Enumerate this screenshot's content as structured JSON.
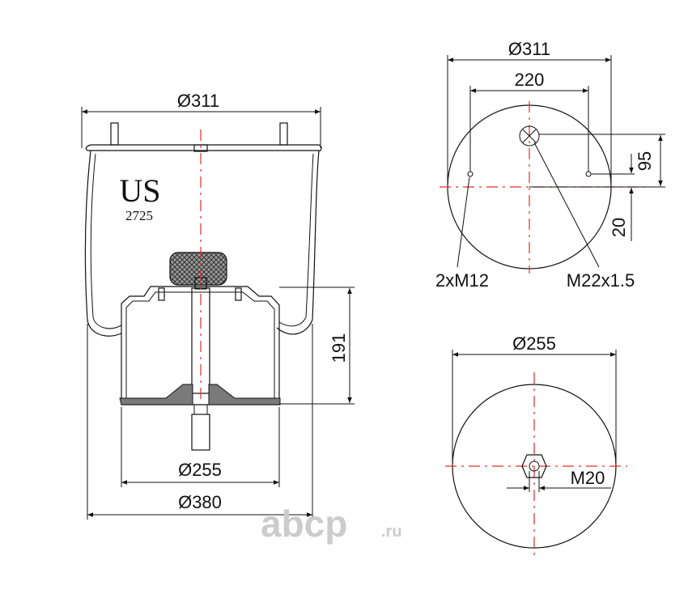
{
  "side_view": {
    "brand": "US",
    "model": "2725",
    "top_diameter": "Ø311",
    "piston_height": "191",
    "piston_diameter": "Ø255",
    "max_diameter": "Ø380"
  },
  "top_view": {
    "diameter": "Ø311",
    "bolt_spacing": "220",
    "air_fitting_offset": "95",
    "bolt_offset": "20",
    "bolt_thread": "2xM12",
    "air_thread": "M22x1.5"
  },
  "bottom_view": {
    "diameter": "Ø255",
    "stud_thread": "M20"
  },
  "watermark": {
    "brand": "abcp",
    "domain": ".ru"
  },
  "colors": {
    "line": "#111111",
    "centerline": "#e0302a",
    "watermark": "#cccccc"
  }
}
